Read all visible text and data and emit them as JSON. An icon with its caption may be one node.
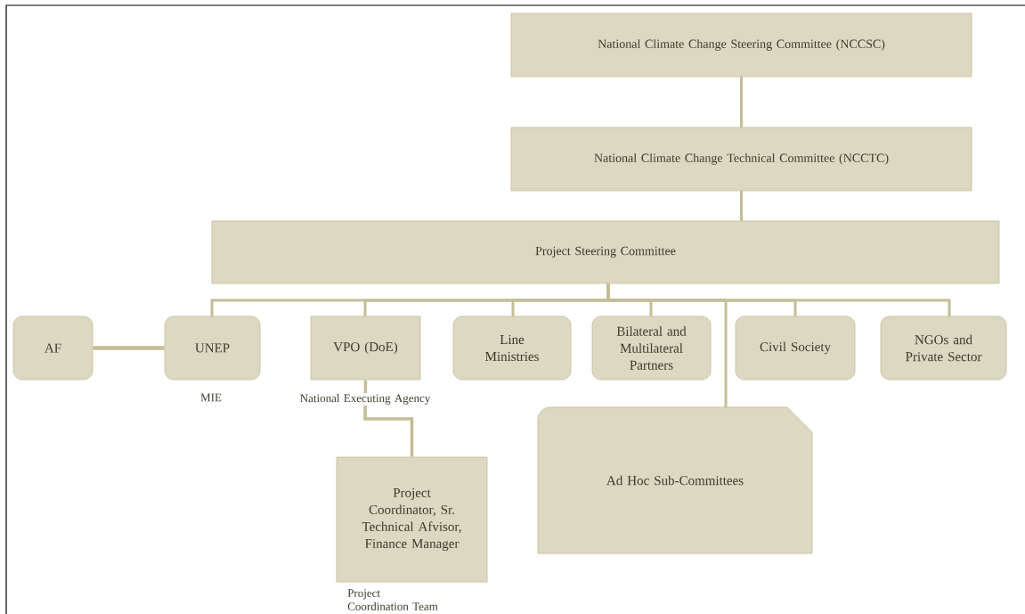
{
  "diagram": {
    "nodes": [
      {
        "text": [
          "National Climate Change Steering Committee (NCCSC)"
        ]
      },
      {
        "text": [
          "National Climate Change Technical Committee (NCCTC)"
        ]
      },
      {
        "text": [
          "Project Steering Committee"
        ]
      },
      {
        "text": [
          "AF"
        ]
      },
      {
        "text": [
          "UNEP"
        ],
        "beside": [
          "MIE"
        ]
      },
      {
        "text": [
          "VPO (DoE)"
        ],
        "beside": [
          "National Executing Agency"
        ]
      },
      {
        "text": [
          "Line Ministries"
        ]
      },
      {
        "text": [
          "Bilateral and Multilateral Partners"
        ]
      },
      {
        "text": [
          "Civil Society"
        ]
      },
      {
        "text": [
          "NGOs and Private Sector"
        ]
      },
      {
        "text": [
          "Ad Hoc Sub-Committees"
        ]
      },
      {
        "text": [
          "Project Coordinator, Sr. Technical Afvisor, Finance Manager"
        ],
        "beside": [
          "Project Coordination Team"
        ]
      }
    ],
    "edges": [
      {
        "from": 0,
        "to": 1,
        "arrow": "none"
      },
      {
        "from": 1,
        "to": 2,
        "arrow": "none"
      },
      {
        "from": 2,
        "to": 4,
        "arrow": "none"
      },
      {
        "from": 2,
        "to": 5,
        "arrow": "none"
      },
      {
        "from": 2,
        "to": 6,
        "arrow": "none"
      },
      {
        "from": 2,
        "to": 7,
        "arrow": "none"
      },
      {
        "from": 2,
        "to": 8,
        "arrow": "none"
      },
      {
        "from": 2,
        "to": 9,
        "arrow": "none"
      },
      {
        "from": 2,
        "to": 10,
        "arrow": "none"
      },
      {
        "from": 3,
        "to": 4,
        "arrow": "none"
      },
      {
        "from": 5,
        "to": 11,
        "arrow": "none"
      }
    ]
  }
}
